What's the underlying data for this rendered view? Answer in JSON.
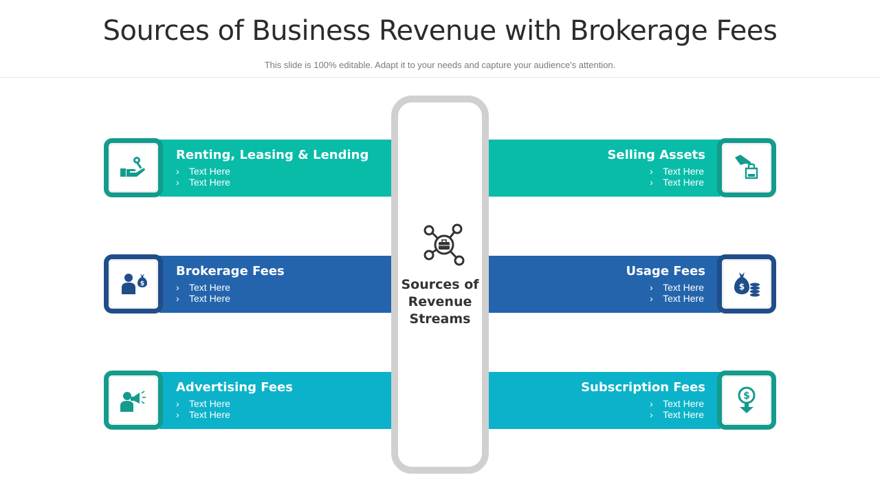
{
  "title": "Sources of Business Revenue with Brokerage Fees",
  "subtitle": "This slide is 100% editable. Adapt it to your needs and capture your audience's attention.",
  "center": {
    "label_lines": [
      "Sources of",
      "Revenue",
      "Streams"
    ],
    "icon": "network-briefcase-icon"
  },
  "colors": {
    "teal": "#08bca8",
    "teal_border": "#139b8d",
    "blue": "#2464ad",
    "blue_border": "#1f4e8a",
    "cyan": "#0bb2c9",
    "cyan_border": "#139b8d",
    "gray": "#d0d0d0"
  },
  "bullet_marker": "›",
  "left": [
    {
      "title": "Renting, Leasing & Lending",
      "bullets": [
        "Text Here",
        "Text Here"
      ],
      "icon": "hand-key-icon"
    },
    {
      "title": "Brokerage Fees",
      "bullets": [
        "Text Here",
        "Text Here"
      ],
      "icon": "broker-money-bag-icon"
    },
    {
      "title": "Advertising Fees",
      "bullets": [
        "Text Here",
        "Text Here"
      ],
      "icon": "person-megaphone-icon"
    }
  ],
  "right": [
    {
      "title": "Selling Assets",
      "bullets": [
        "Text Here",
        "Text Here"
      ],
      "icon": "hand-bag-icon"
    },
    {
      "title": "Usage Fees",
      "bullets": [
        "Text Here",
        "Text Here"
      ],
      "icon": "money-bag-coins-icon"
    },
    {
      "title": "Subscription Fees",
      "bullets": [
        "Text Here",
        "Text Here"
      ],
      "icon": "dollar-arrow-down-icon"
    }
  ]
}
